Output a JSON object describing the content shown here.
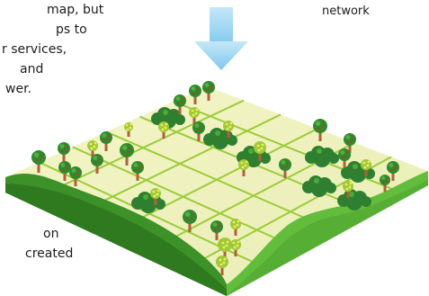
{
  "intro_text": {
    "lines": [
      "map, but",
      "ps to",
      "r services,",
      "and",
      "wer."
    ]
  },
  "network_label": "network",
  "footer_text": {
    "lines": [
      "on",
      "created"
    ]
  },
  "colors": {
    "arrow": "#8ecfef",
    "field": "#f0f2c0",
    "grid": "#9bcc3a",
    "soil_left": "#3a8a24",
    "soil_right": "#59b538",
    "tree_foliage": "#2f8a2c",
    "tree_trunk": "#b0613a",
    "bush": "#2e8030",
    "blossom": "#eaf05a"
  }
}
